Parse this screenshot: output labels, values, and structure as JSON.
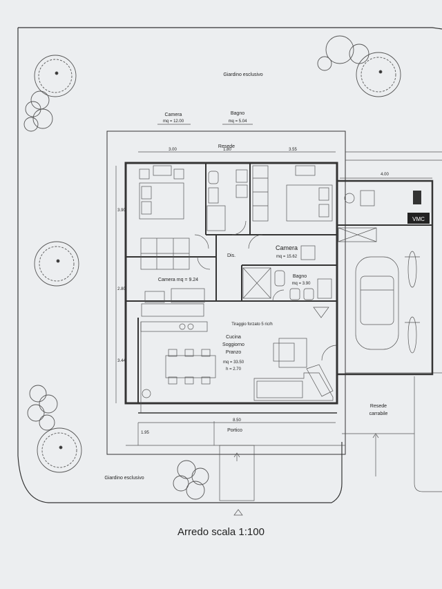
{
  "labels": {
    "garden_top": "Giardino esclusivo",
    "garden_bottom": "Giardino esclusivo",
    "resede_top": "Resede",
    "resede_carrabile": "Resede\ncarrabile",
    "portico": "Portico",
    "vmc": "VMC",
    "dis": "Dis.",
    "tiraggio": "Tiraggio forzato 5 ric/h"
  },
  "rooms": {
    "camera1": {
      "name": "Camera",
      "area": "mq = 12.00"
    },
    "bagno1": {
      "name": "Bagno",
      "area": "mq = 5.04"
    },
    "camera2": {
      "name": "Camera",
      "area": "mq = 15.62"
    },
    "camera3": {
      "name": "Camera mq = 9.24"
    },
    "bagno2": {
      "name": "Bagno",
      "area": "mq = 3.90"
    },
    "cucina": {
      "lines": [
        "Cucina",
        "Soggiorno",
        "Pranzo",
        "mq = 33.50",
        "h = 2.70"
      ]
    }
  },
  "dimensions": {
    "top_left": "3.00",
    "top_mid": "1.80",
    "top_right": "3.55",
    "garage_width": "4.00",
    "left_1": "3.90",
    "left_2": "2.80",
    "left_3": "3.44",
    "bottom_width": "8.50",
    "portico_depth": "1.95"
  },
  "caption": "Arredo scala 1:100"
}
